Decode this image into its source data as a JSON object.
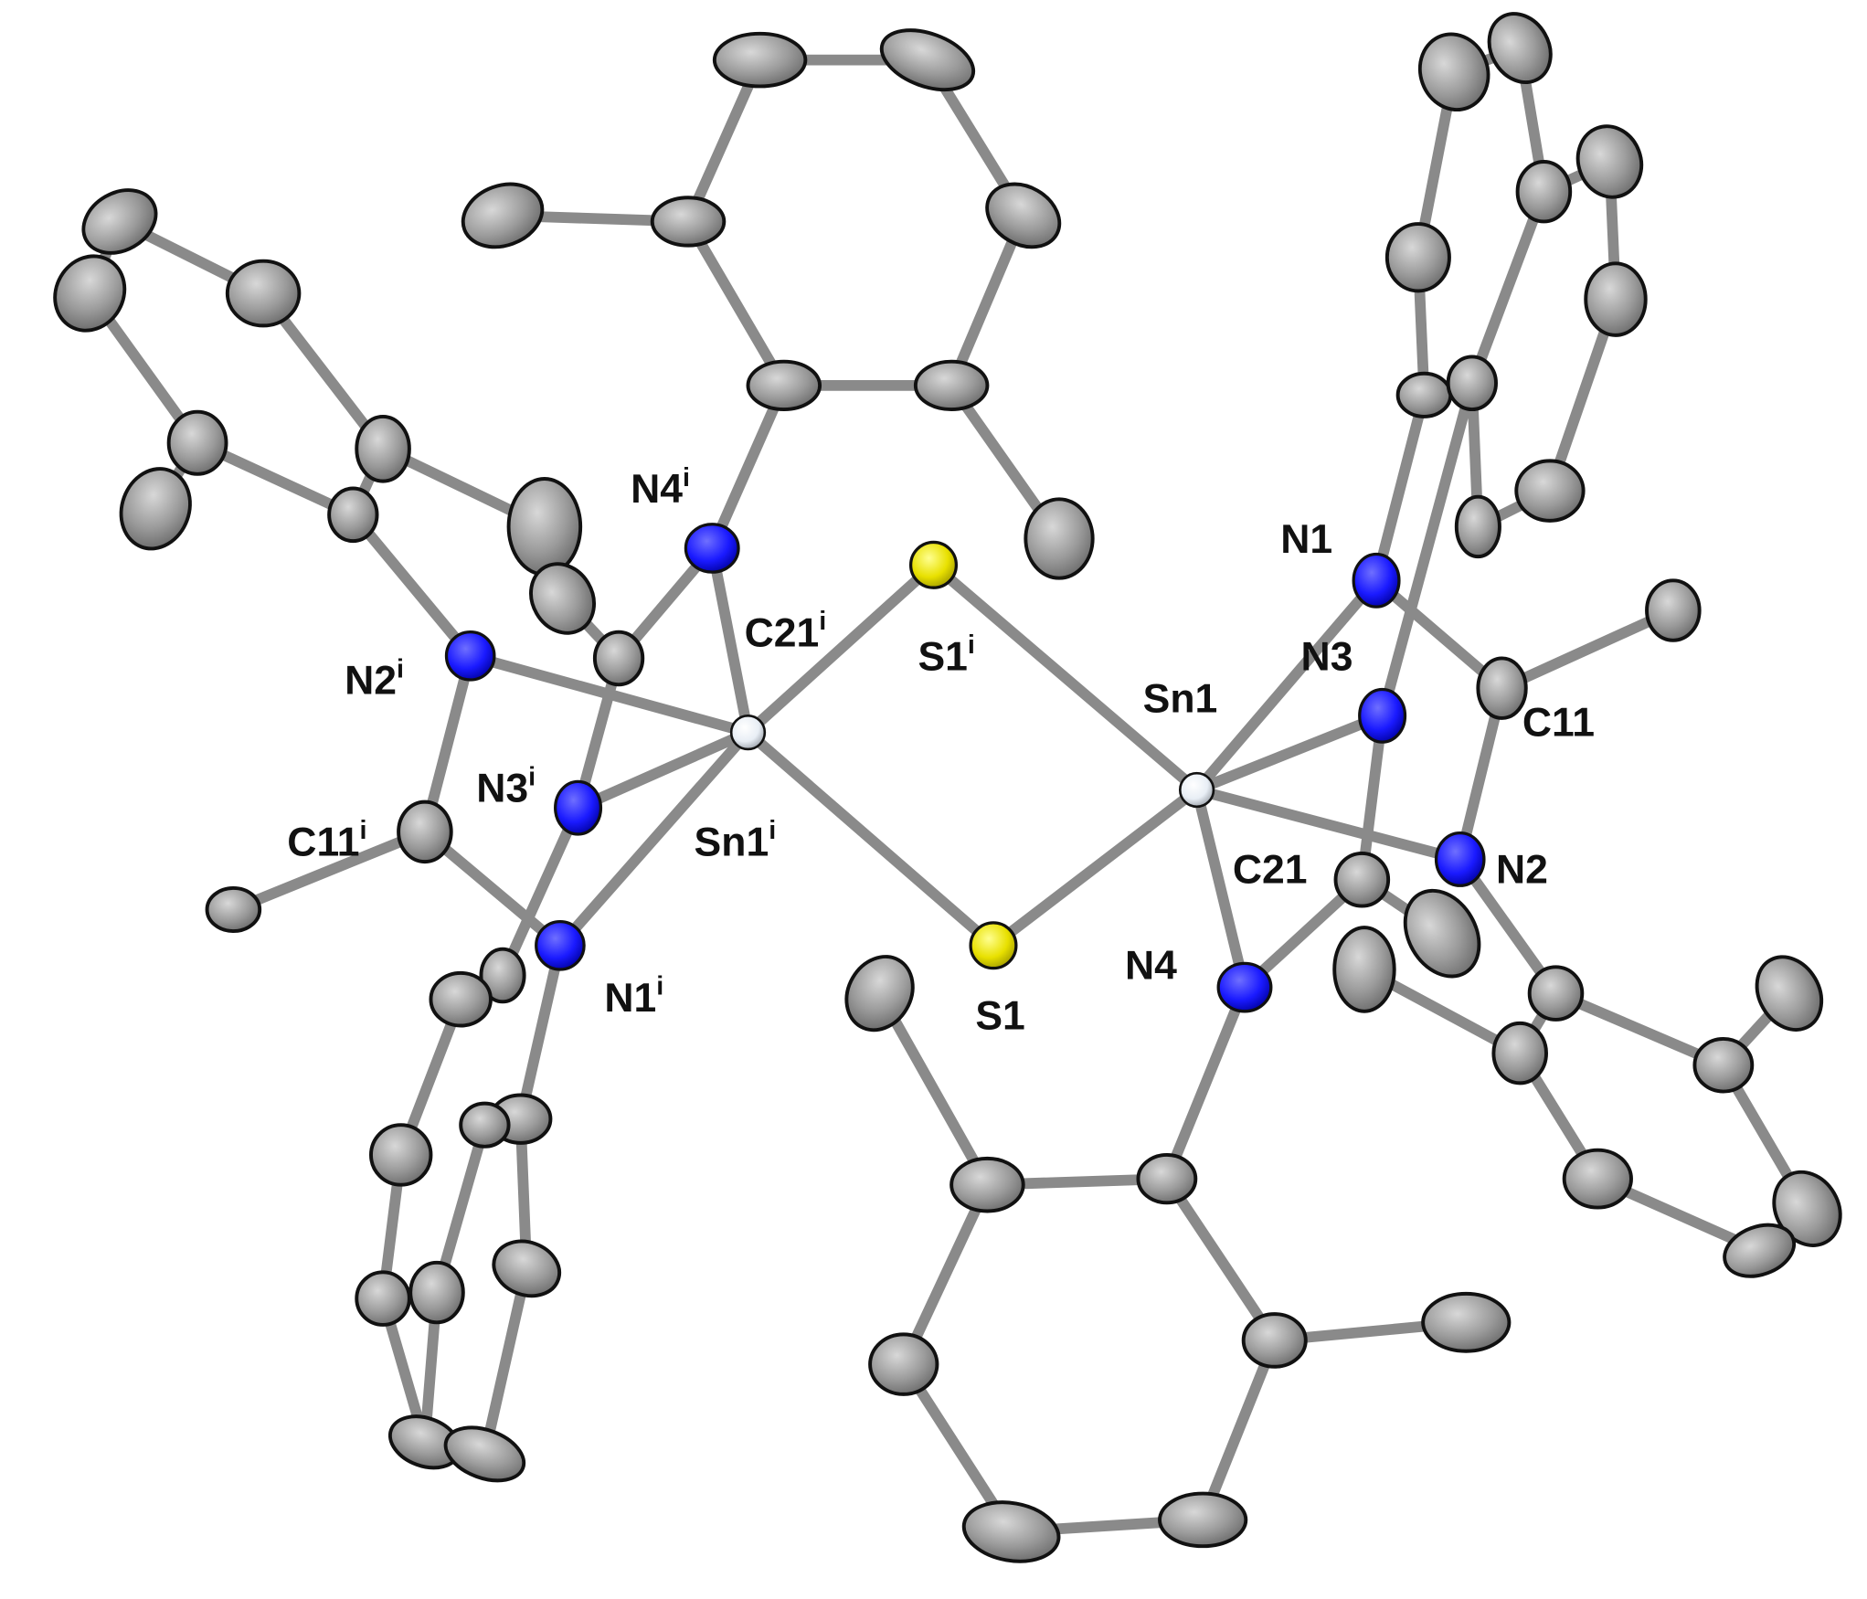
{
  "figure": {
    "type": "ORTEP crystal structure",
    "description": "Centrosymmetric dimeric tin(II) sulfide complex with bridging Sn2S2 core and amidinate ligands",
    "colors": {
      "carbon": "#9a9a9a",
      "nitrogen": "#1a1aff",
      "sulfur": "#e8e000",
      "tin": "#e8eef5",
      "bond": "#8a8a8a",
      "background": "#ffffff"
    }
  },
  "labels": {
    "N4i": {
      "base": "N4",
      "sup": "i"
    },
    "C21i": {
      "base": "C21",
      "sup": "i"
    },
    "S1i": {
      "base": "S1",
      "sup": "i"
    },
    "Sn1": {
      "base": "Sn1",
      "sup": ""
    },
    "N1": {
      "base": "N1",
      "sup": ""
    },
    "N3": {
      "base": "N3",
      "sup": ""
    },
    "C11": {
      "base": "C11",
      "sup": ""
    },
    "N2i": {
      "base": "N2",
      "sup": "i"
    },
    "N3i": {
      "base": "N3",
      "sup": "i"
    },
    "C11i": {
      "base": "C11",
      "sup": "i"
    },
    "Sn1i": {
      "base": "Sn1",
      "sup": "i"
    },
    "C21": {
      "base": "C21",
      "sup": ""
    },
    "N2": {
      "base": "N2",
      "sup": ""
    },
    "N4": {
      "base": "N4",
      "sup": ""
    },
    "N1i": {
      "base": "N1",
      "sup": "i"
    },
    "S1": {
      "base": "S1",
      "sup": ""
    }
  }
}
